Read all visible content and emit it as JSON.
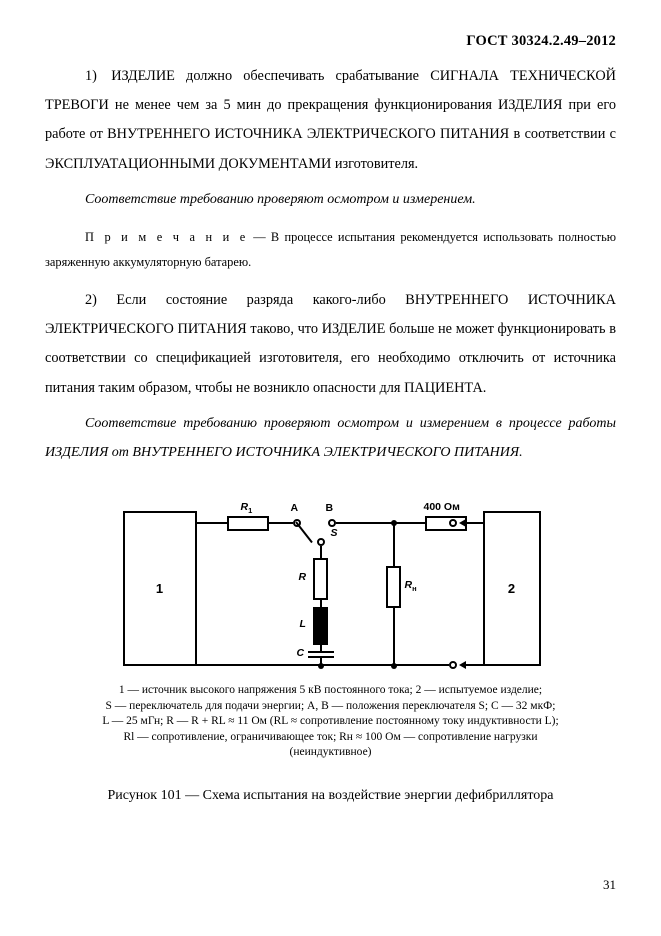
{
  "header": {
    "standard": "ГОСТ 30324.2.49–2012"
  },
  "body": {
    "para1": "1) ИЗДЕЛИЕ должно обеспечивать срабатывание СИГНАЛА ТЕХНИЧЕСКОЙ ТРЕВОГИ не менее чем за 5 мин до прекращения функционирования ИЗДЕЛИЯ при его работе от ВНУТРЕННЕГО ИСТОЧНИКА ЭЛЕКТРИЧЕСКОГО ПИТАНИЯ в соответствии с ЭКСПЛУАТАЦИОННЫМИ ДОКУМЕНТАМИ изготовителя.",
    "para2_italic": "Соответствие требованию проверяют осмотром и измерением.",
    "note_label": "П р и м е ч а н и е",
    "note_text": " — В процессе испытания рекомендуется использовать полностью заряженную аккумуляторную батарею.",
    "para3": "2) Если состояние разряда какого-либо ВНУТРЕННЕГО ИСТОЧНИКА ЭЛЕКТРИЧЕСКОГО ПИТАНИЯ таково, что ИЗДЕЛИЕ больше не может функционировать в соответствии со спецификацией изготовителя, его необходимо отключить от источника питания таким образом, чтобы не возникло опасности для ПАЦИЕНТА.",
    "para4_italic": "Соответствие требованию проверяют осмотром и измерением в процессе работы ИЗДЕЛИЯ от ВНУТРЕННЕГО ИСТОЧНИКА ЭЛЕКТРИЧЕСКОГО ПИТАНИЯ."
  },
  "figure": {
    "box1_label": "1",
    "box2_label": "2",
    "label_r1": "R₁",
    "label_a": "A",
    "label_b": "B",
    "label_s": "S",
    "label_r": "R",
    "label_l": "L",
    "label_c": "C",
    "label_rn": "Rн",
    "label_400": "400 Ом"
  },
  "caption": {
    "line1": "1 — источник высокого напряжения 5 кВ постоянного тока; 2 — испытуемое изделие;",
    "line2": "S — переключатель для подачи энергии; A, B — положения переключателя S; C — 32 мкФ;",
    "line3": "L — 25 мГн; R — R + RL ≈ 11 Ом (RL ≈ сопротивление постоянному току индуктивности L);",
    "line4": "Rl — сопротивление, ограничивающее ток; Rн ≈ 100 Ом — сопротивление нагрузки",
    "line5": "(неиндуктивное)"
  },
  "figure_title": "Рисунок 101 — Схема испытания на воздействие энергии дефибриллятора",
  "page_number": "31"
}
